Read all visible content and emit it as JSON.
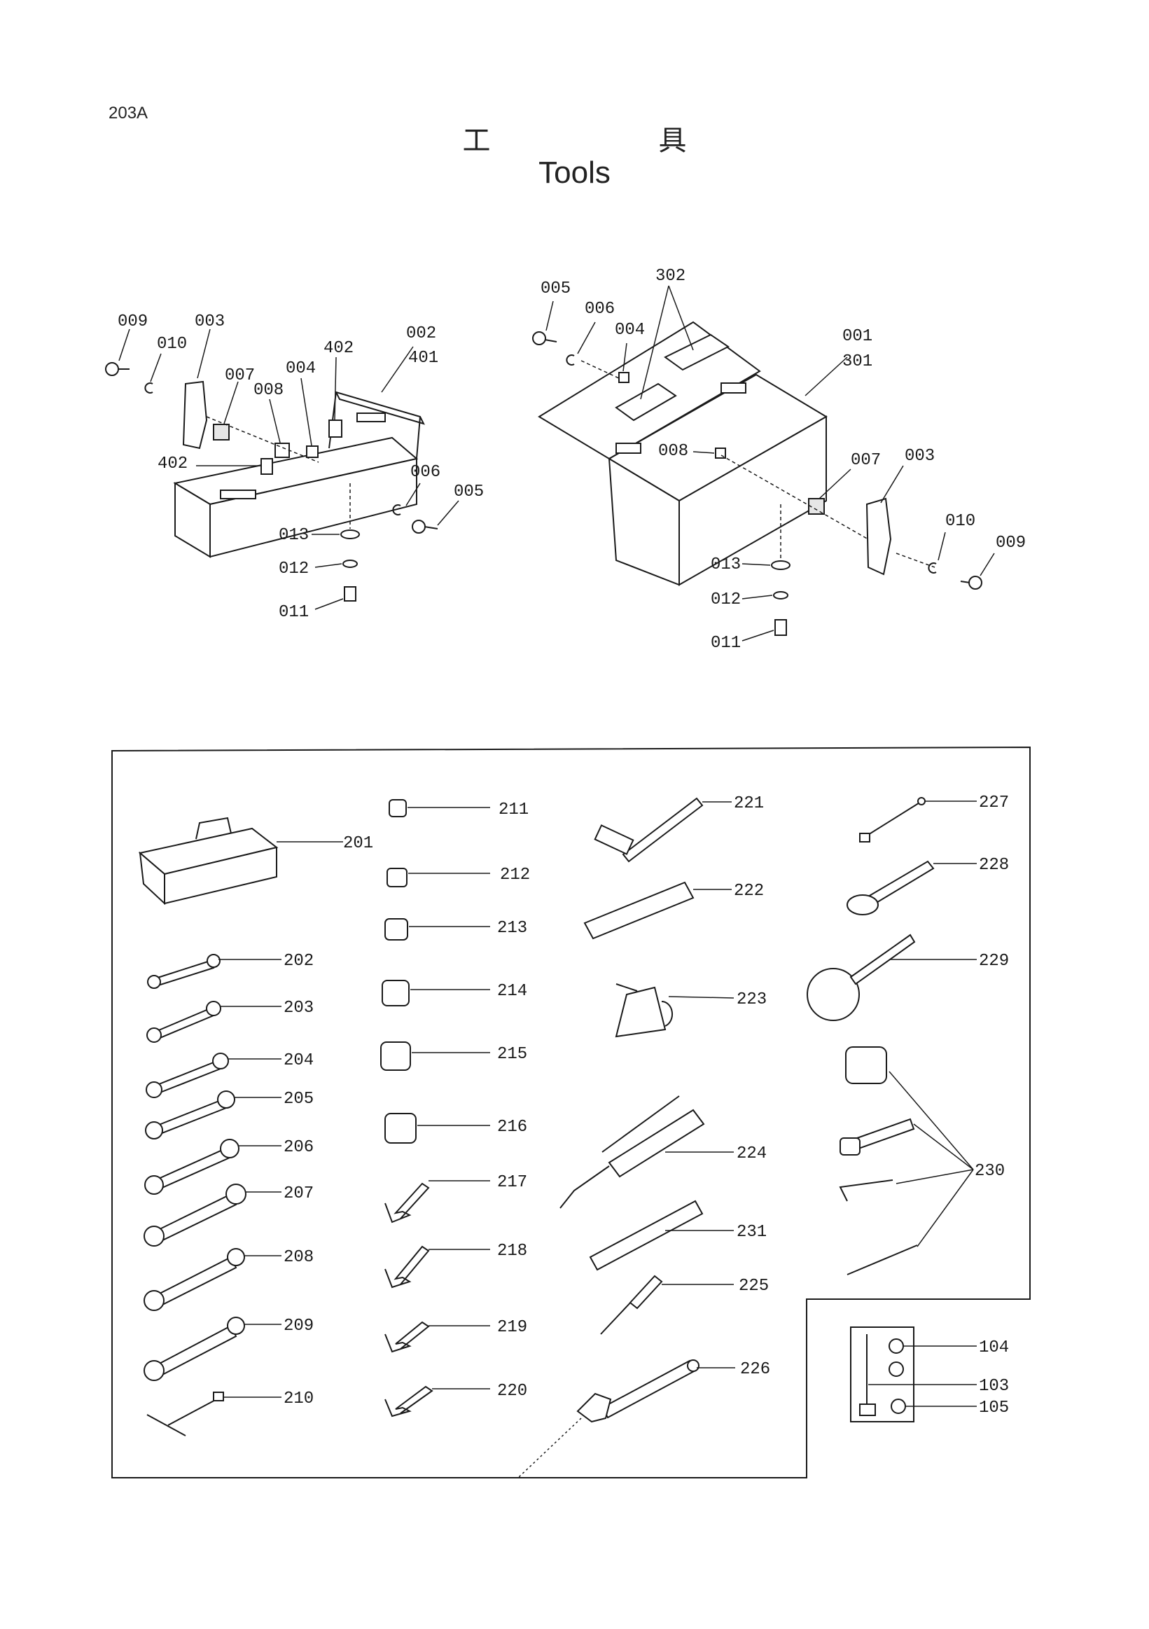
{
  "header": {
    "page_number": "203A",
    "title_jp": "工具",
    "title_en": "Tools"
  },
  "left_toolbox_labels": [
    "009",
    "010",
    "003",
    "007",
    "008",
    "004",
    "402",
    "002",
    "401",
    "402",
    "006",
    "005",
    "013",
    "012",
    "011"
  ],
  "right_toolbox_labels": [
    "005",
    "006",
    "004",
    "302",
    "001",
    "301",
    "008",
    "007",
    "003",
    "010",
    "009",
    "013",
    "012",
    "011"
  ],
  "kit_labels": {
    "col1": [
      "201",
      "202",
      "203",
      "204",
      "205",
      "206",
      "207",
      "208",
      "209",
      "210"
    ],
    "col2": [
      "211",
      "212",
      "213",
      "214",
      "215",
      "216",
      "217",
      "218",
      "219",
      "220"
    ],
    "col3": [
      "221",
      "222",
      "223",
      "224",
      "231",
      "225",
      "226"
    ],
    "col4": [
      "227",
      "228",
      "229",
      "230"
    ],
    "nut_set": [
      "104",
      "103",
      "105"
    ]
  }
}
